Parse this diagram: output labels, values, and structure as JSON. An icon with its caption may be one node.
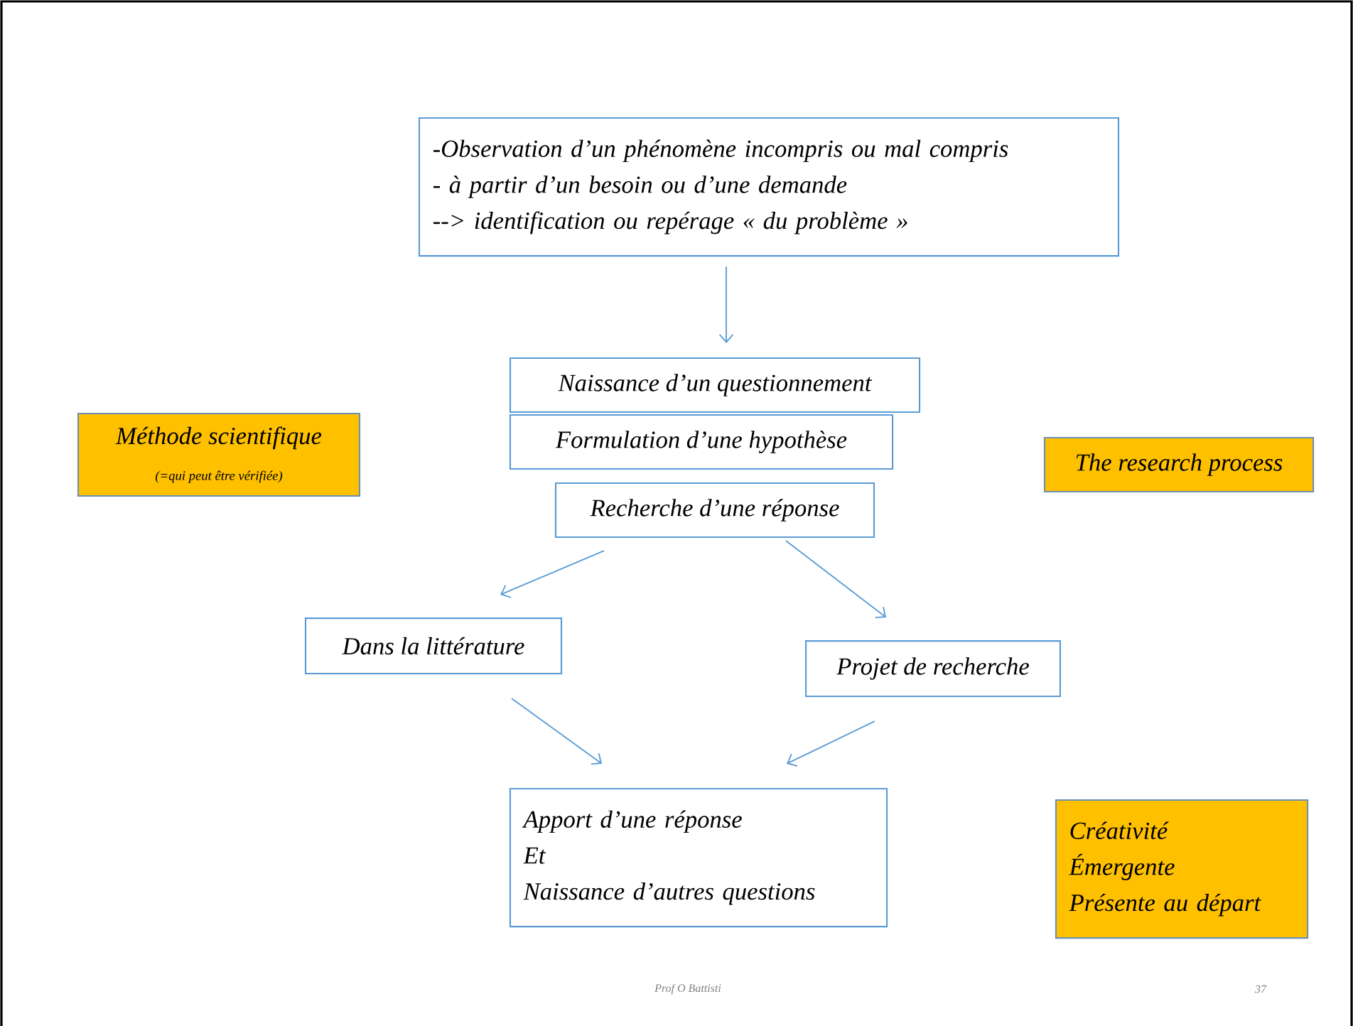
{
  "diagram": {
    "nodes": [
      {
        "text": [
          "-Observation d’un phénomène incompris ou mal compris",
          "- à partir d’un besoin ou d’une demande",
          "--> identification ou repérage « du problème »"
        ]
      },
      {
        "text": [
          "Naissance d’un questionnement"
        ]
      },
      {
        "text": [
          "Formulation d’une hypothèse"
        ]
      },
      {
        "text": [
          "Recherche d’une réponse"
        ]
      },
      {
        "text": [
          "Dans la littérature"
        ]
      },
      {
        "text": [
          "Projet de recherche"
        ]
      },
      {
        "text": [
          "Apport d’une réponse",
          "Et",
          "Naissance d’autres questions"
        ]
      },
      {
        "text": [
          "Méthode scientifique",
          "(=qui peut être vérifiée)"
        ]
      },
      {
        "text": [
          "The research process"
        ]
      },
      {
        "text": [
          "Créativité",
          "Émergente",
          "Présente au départ"
        ]
      }
    ],
    "edges": [
      {
        "from": 0,
        "to": 1,
        "arrow": "to"
      },
      {
        "from": 3,
        "to": 4,
        "arrow": "to"
      },
      {
        "from": 3,
        "to": 5,
        "arrow": "to"
      },
      {
        "from": 4,
        "to": 6,
        "arrow": "to"
      },
      {
        "from": 5,
        "to": 6,
        "arrow": "to"
      }
    ],
    "labels": [
      "Prof O Battisti",
      "37"
    ]
  }
}
